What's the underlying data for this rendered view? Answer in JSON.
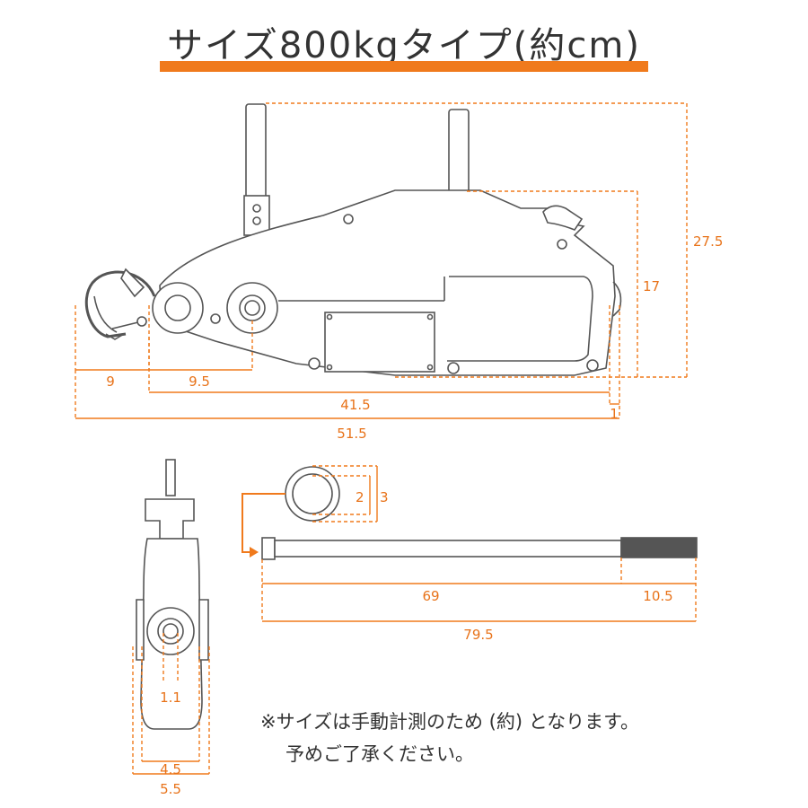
{
  "title": "サイズ800kgタイプ(約cm)",
  "colors": {
    "accent": "#f07a1c",
    "line": "#555555",
    "dark": "#555555"
  },
  "dimensions": {
    "hook": "9",
    "hook_to_reel": "9.5",
    "body_length": "41.5",
    "end_offset": "1",
    "total_length": "51.5",
    "height_body": "17",
    "height_total": "27.5",
    "ring_inner": "2",
    "ring_outer": "3",
    "handle_main": "69",
    "handle_grip": "10.5",
    "handle_total": "79.5",
    "shaft": "1.1",
    "width_inner": "4.5",
    "width_outer": "5.5"
  },
  "note": {
    "line1": "※サイズは手動計測のため (約) となります。",
    "line2": "予めご了承ください。"
  }
}
